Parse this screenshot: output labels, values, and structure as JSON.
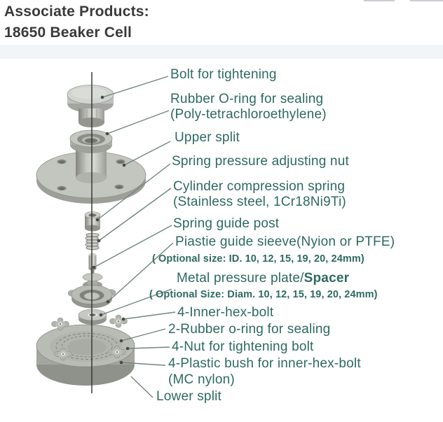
{
  "header": {
    "title_line1": "Associate Products:",
    "title_line2": "18650 Beaker Cell"
  },
  "colors": {
    "heading_text": "#3a3a3a",
    "label_text": "#2d6a60",
    "leader_line": "#72857e",
    "center_axis": "#2f2f2f",
    "band": "#f1f5f8",
    "background": "#ffffff",
    "metal_light": "#c9cbc5",
    "metal_dark": "#9a9c96"
  },
  "diagram": {
    "labels": [
      {
        "text": "Bolt for tightening"
      },
      {
        "text": "Rubber O-ring for sealing"
      },
      {
        "text": "(Poly-tetrachloroethylene)"
      },
      {
        "text": "Upper split"
      },
      {
        "text": "Spring pressure adjusting nut"
      },
      {
        "text": "Cylinder compression spring"
      },
      {
        "text": "(Stainless steel, 1Cr18Ni9Ti)"
      },
      {
        "text": "Spring guide post"
      },
      {
        "text": "Piastie guide sieeve(Nyion or PTFE)"
      },
      {
        "text": "( Optional size: ID. 10, 12, 15, 19, 20, 24mm)"
      },
      {
        "prefix": "Metal pressure plate/",
        "bold": "Spacer"
      },
      {
        "text": "( Optional Size: Diam. 10, 12, 15, 19, 20, 24mm)"
      },
      {
        "text": "4-Inner-hex-bolt"
      },
      {
        "text": "2-Rubber o-ring for sealing"
      },
      {
        "text": "4-Nut for tightening bolt"
      },
      {
        "text": "4-Plastic bush for inner-hex-bolt"
      },
      {
        "text": "(MC nylon)"
      },
      {
        "text": "Lower split"
      }
    ]
  }
}
